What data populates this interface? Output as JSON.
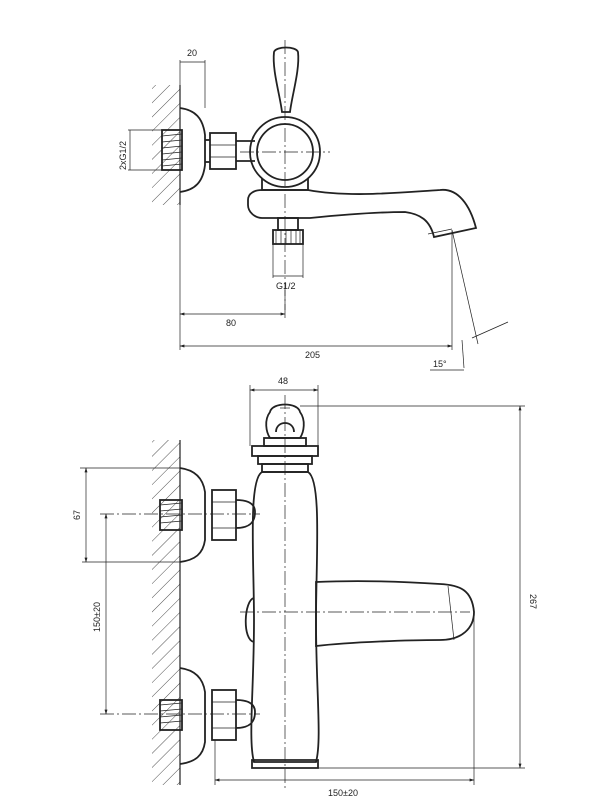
{
  "top_view": {
    "dims": {
      "wall_offset": "20",
      "inlet_thread": "2xG1/2",
      "outlet_thread": "G1/2",
      "to_outlet": "80",
      "total_depth": "205",
      "spout_angle": "15°"
    }
  },
  "front_view": {
    "dims": {
      "body_width": "48",
      "inlet_height": "67",
      "inlet_spacing": "150±20",
      "total_height": "267",
      "bottom_spacing": "150±20"
    }
  }
}
